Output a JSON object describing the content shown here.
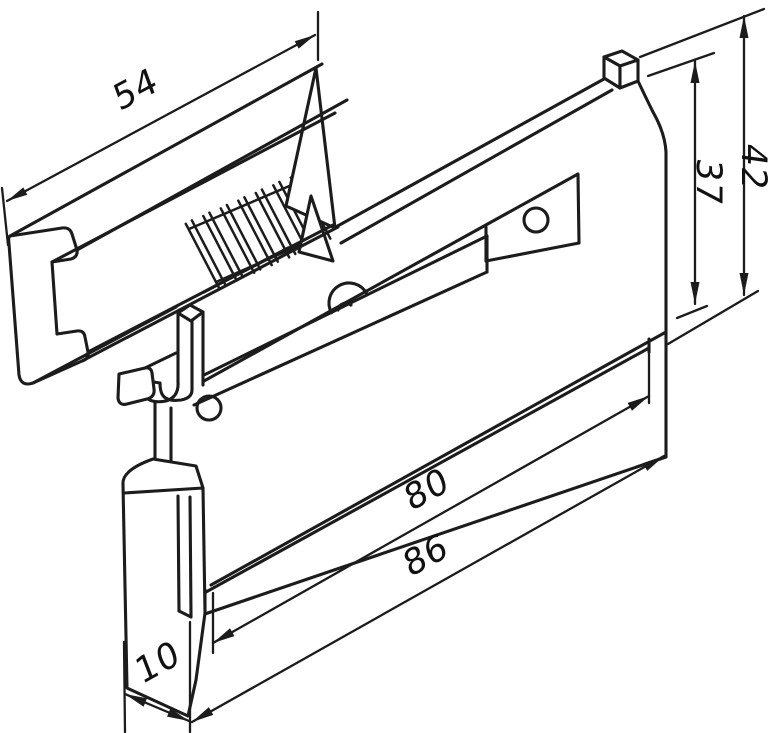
{
  "drawing": {
    "kind": "isometric-technical-line-drawing",
    "subject": "spring-loaded rail mounting clamp bracket",
    "background_color": "#ffffff",
    "line_color": "#1c1c1c",
    "dimensions": {
      "channel_length": "54",
      "overall_height": "42",
      "inner_height": "37",
      "slot_length": "80",
      "overall_length": "86",
      "foot_thickness": "10"
    }
  }
}
